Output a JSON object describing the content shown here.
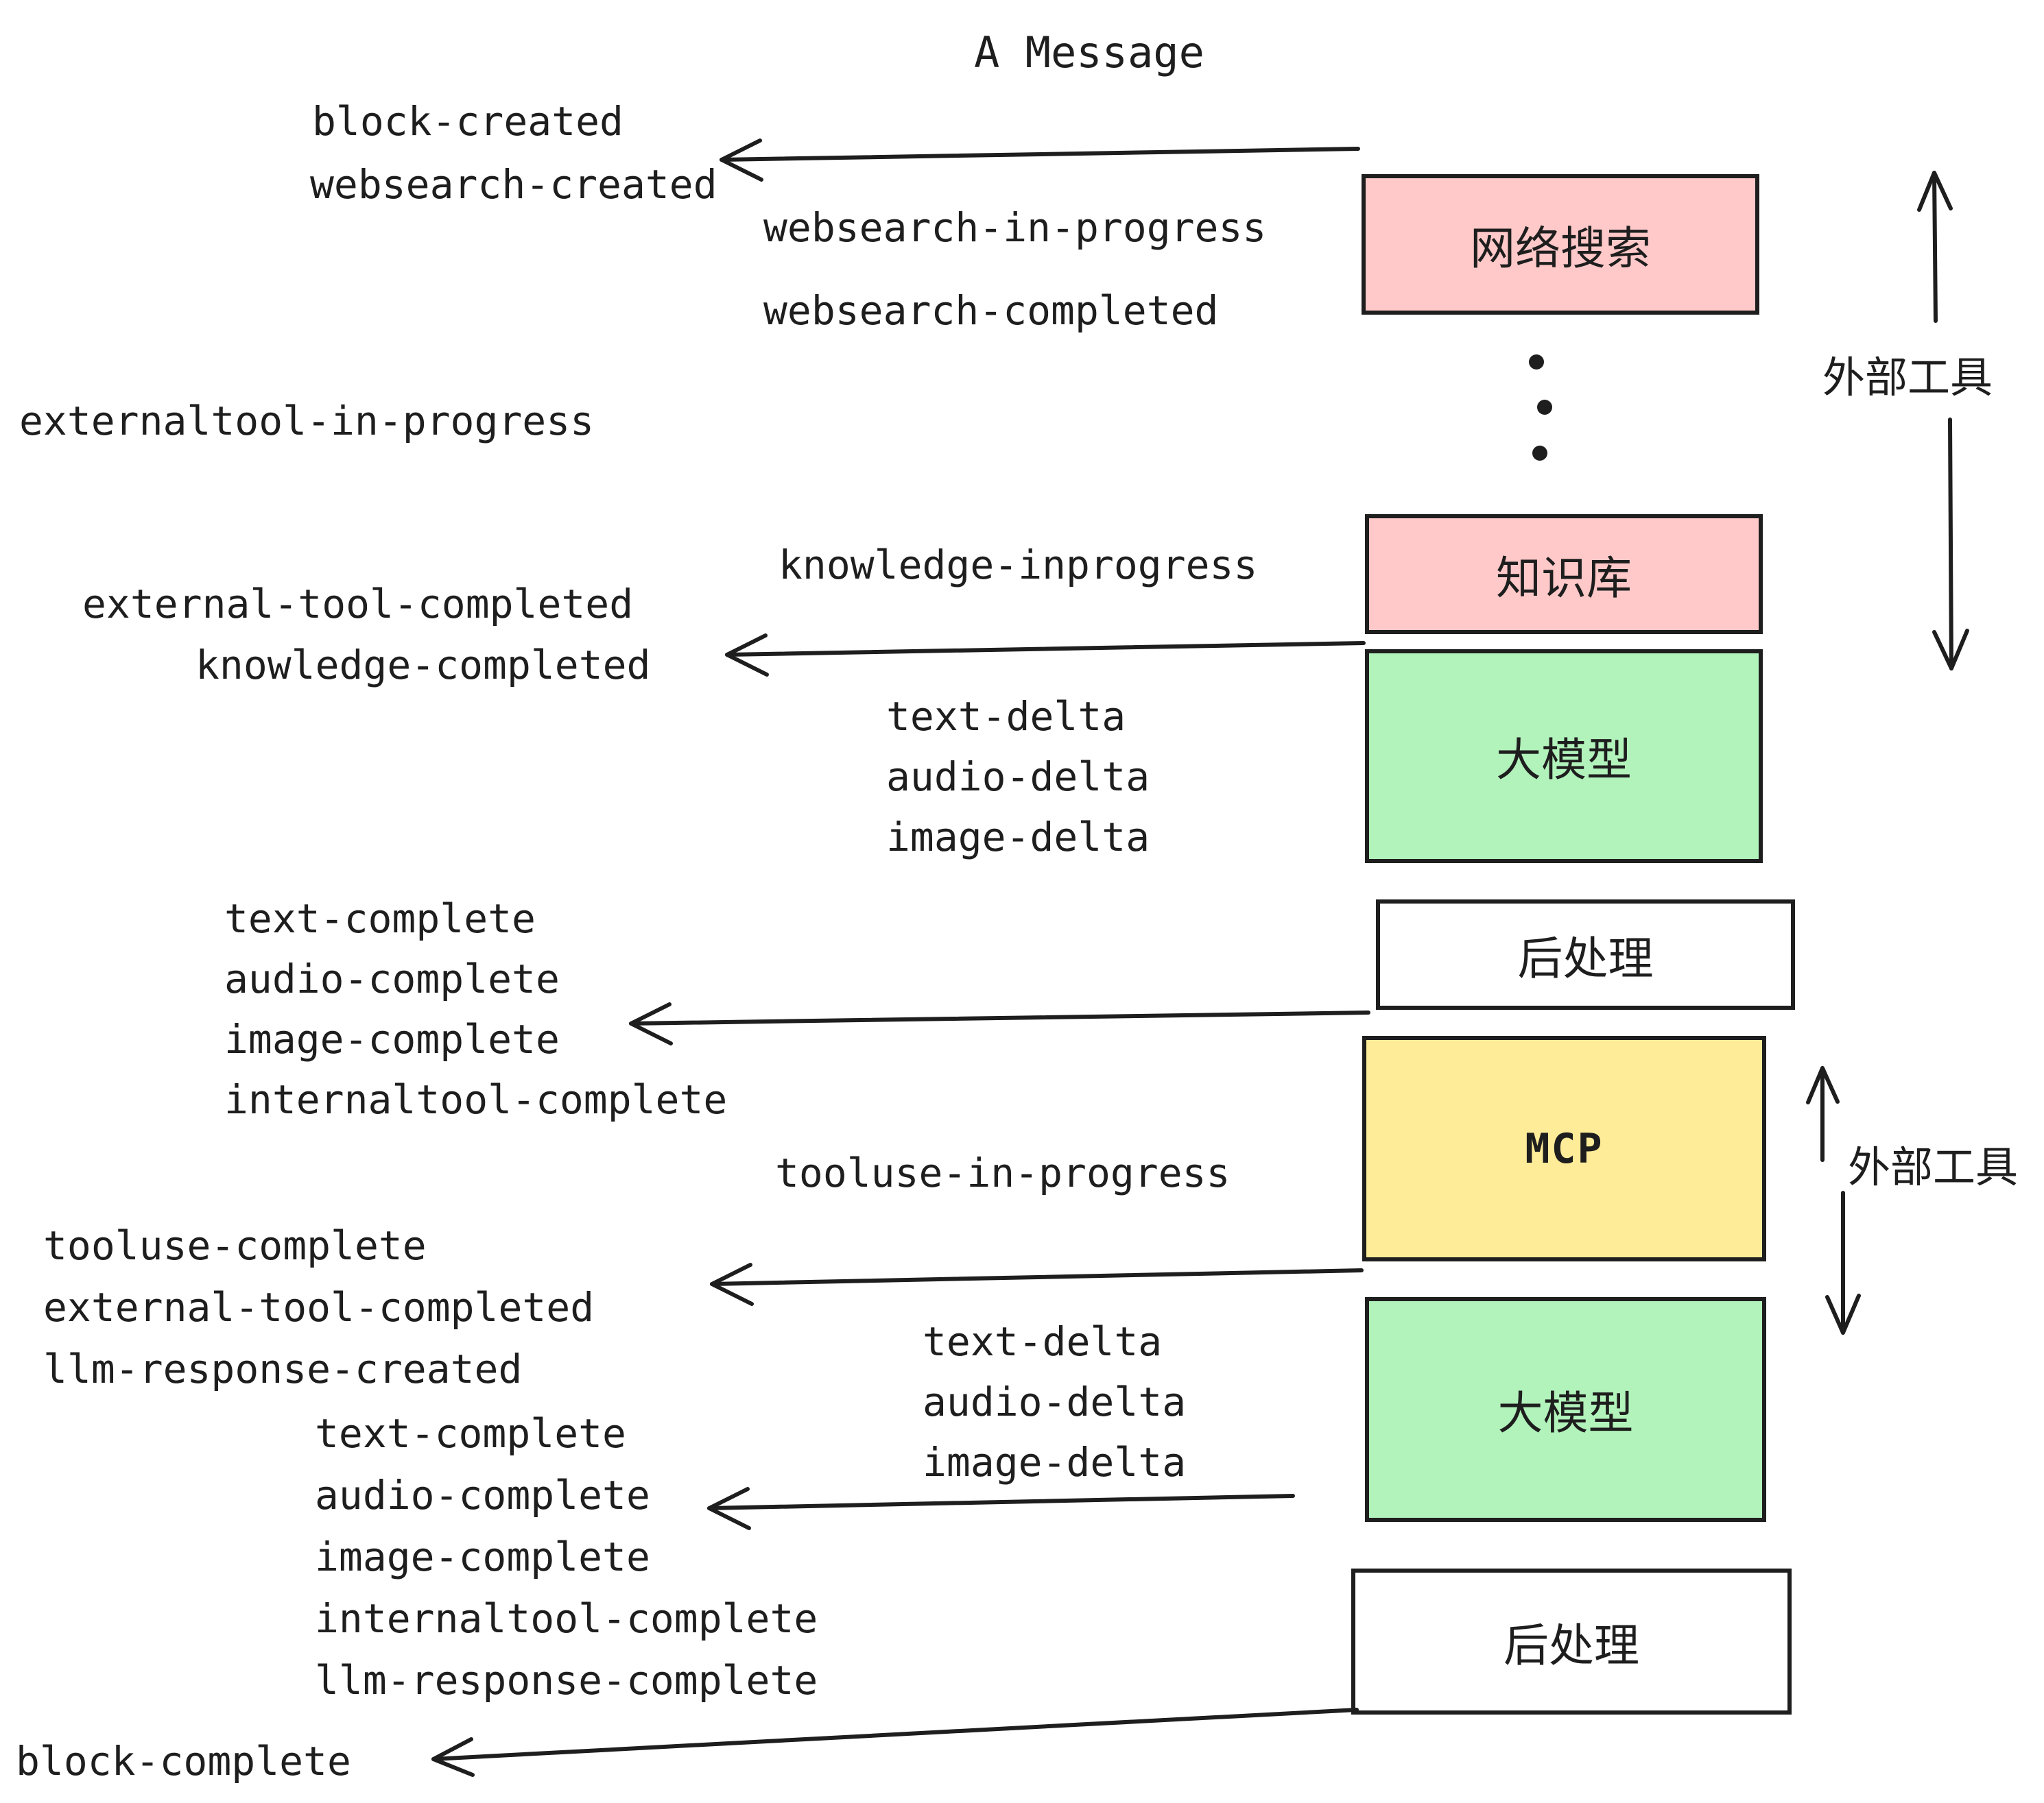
{
  "title": "A Message",
  "colors": {
    "box_pink": "#ffc9c9",
    "box_green": "#b2f2bb",
    "box_yellow": "#ffec99",
    "box_white": "#ffffff",
    "ink": "#1e1e1e"
  },
  "boxes": {
    "websearch": "网络搜索",
    "knowledge": "知识库",
    "llm1": "大模型",
    "post1": "后处理",
    "mcp": "MCP",
    "llm2": "大模型",
    "post2": "后处理"
  },
  "side_labels": {
    "top": "外部工具",
    "bottom": "外部工具"
  },
  "events": {
    "block_created": "block-created",
    "websearch_created": "websearch-created",
    "websearch_in_progress": "websearch-in-progress",
    "websearch_completed": "websearch-completed",
    "externaltool_in_progress": "externaltool-in-progress",
    "knowledge_inprogress": "knowledge-inprogress",
    "external_tool_completed": "external-tool-completed",
    "knowledge_completed": "knowledge-completed",
    "text_delta_1": "text-delta",
    "audio_delta_1": "audio-delta",
    "image_delta_1": "image-delta",
    "text_complete_1": "text-complete",
    "audio_complete_1": "audio-complete",
    "image_complete_1": "image-complete",
    "internaltool_complete_1": "internaltool-complete",
    "tooluse_in_progress": "tooluse-in-progress",
    "tooluse_complete": "tooluse-complete",
    "external_tool_completed_2": "external-tool-completed",
    "llm_response_created": "llm-response-created",
    "text_delta_2": "text-delta",
    "audio_delta_2": "audio-delta",
    "image_delta_2": "image-delta",
    "text_complete_2": "text-complete",
    "audio_complete_2": "audio-complete",
    "image_complete_2": "image-complete",
    "internaltool_complete_2": "internaltool-complete",
    "llm_response_complete": "llm-response-complete",
    "block_complete": "block-complete"
  }
}
